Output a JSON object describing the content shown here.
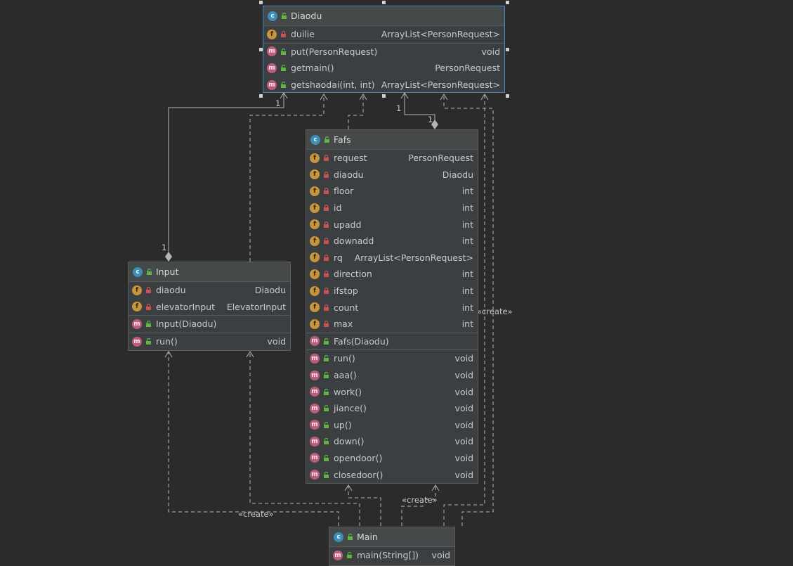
{
  "colors": {
    "background": "#2b2b2b",
    "box_fill": "#3c3f41",
    "selected_border": "#4a88c7",
    "line": "#b4b4b4",
    "class_badge": "#3d8fb5",
    "field_badge": "#c7963c",
    "method_badge": "#bd5d7c",
    "private_lock": "#c75450",
    "public_lock": "#62b543"
  },
  "icons": {
    "class_badge": "c",
    "field_badge": "f",
    "method_badge": "m"
  },
  "classes": {
    "diaodu": {
      "name": "Diaodu",
      "fields": [
        {
          "name": "duilie",
          "type": "ArrayList<PersonRequest>",
          "visibility": "private"
        }
      ],
      "methods": [
        {
          "name": "put(PersonRequest)",
          "type": "void",
          "visibility": "public"
        },
        {
          "name": "getmain()",
          "type": "PersonRequest",
          "visibility": "public"
        },
        {
          "name": "getshaodai(int, int)",
          "type": "ArrayList<PersonRequest>",
          "visibility": "public"
        }
      ]
    },
    "input": {
      "name": "Input",
      "fields": [
        {
          "name": "diaodu",
          "type": "Diaodu",
          "visibility": "private"
        },
        {
          "name": "elevatorInput",
          "type": "ElevatorInput",
          "visibility": "private"
        }
      ],
      "constructors": [
        {
          "name": "Input(Diaodu)",
          "type": "",
          "visibility": "public"
        }
      ],
      "methods": [
        {
          "name": "run()",
          "type": "void",
          "visibility": "public"
        }
      ]
    },
    "fafs": {
      "name": "Fafs",
      "fields": [
        {
          "name": "request",
          "type": "PersonRequest",
          "visibility": "private"
        },
        {
          "name": "diaodu",
          "type": "Diaodu",
          "visibility": "private"
        },
        {
          "name": "floor",
          "type": "int",
          "visibility": "private"
        },
        {
          "name": "id",
          "type": "int",
          "visibility": "private"
        },
        {
          "name": "upadd",
          "type": "int",
          "visibility": "private"
        },
        {
          "name": "downadd",
          "type": "int",
          "visibility": "private"
        },
        {
          "name": "rq",
          "type": "ArrayList<PersonRequest>",
          "visibility": "private"
        },
        {
          "name": "direction",
          "type": "int",
          "visibility": "private"
        },
        {
          "name": "ifstop",
          "type": "int",
          "visibility": "private"
        },
        {
          "name": "count",
          "type": "int",
          "visibility": "private"
        },
        {
          "name": "max",
          "type": "int",
          "visibility": "private"
        }
      ],
      "constructors": [
        {
          "name": "Fafs(Diaodu)",
          "type": "",
          "visibility": "public"
        }
      ],
      "methods": [
        {
          "name": "run()",
          "type": "void",
          "visibility": "public"
        },
        {
          "name": "aaa()",
          "type": "void",
          "visibility": "public"
        },
        {
          "name": "work()",
          "type": "void",
          "visibility": "public"
        },
        {
          "name": "jiance()",
          "type": "void",
          "visibility": "public"
        },
        {
          "name": "up()",
          "type": "void",
          "visibility": "public"
        },
        {
          "name": "down()",
          "type": "void",
          "visibility": "public"
        },
        {
          "name": "opendoor()",
          "type": "void",
          "visibility": "public"
        },
        {
          "name": "closedoor()",
          "type": "void",
          "visibility": "public"
        }
      ]
    },
    "main": {
      "name": "Main",
      "methods": [
        {
          "name": "main(String[])",
          "type": "void",
          "visibility": "public"
        }
      ]
    }
  },
  "edge_labels": {
    "create_fafs": "«create»",
    "create_input": "«create»",
    "create_diaodu": "«create»",
    "mult_input_top": "1",
    "mult_input_bottom": "1",
    "mult_fafs_top": "1",
    "mult_fafs_bottom": "1"
  }
}
